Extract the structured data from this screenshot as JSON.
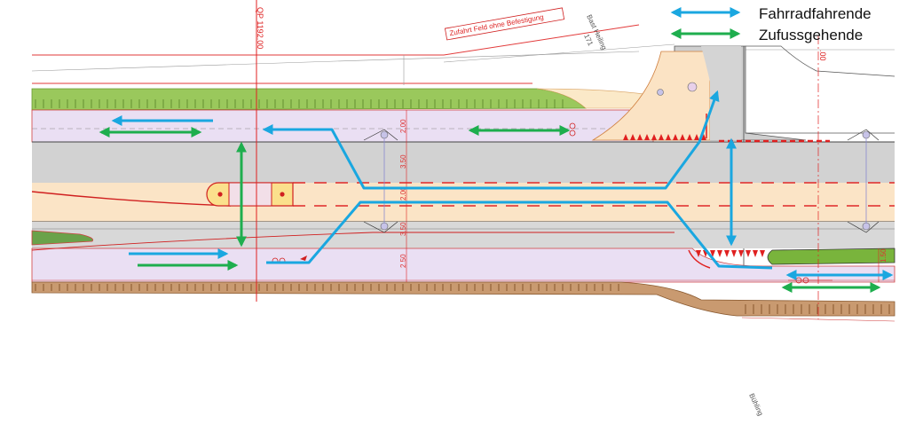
{
  "legend": {
    "cyclists_label": "Fahrradfahrende",
    "pedestrians_label": "Zufussgehende",
    "cyclists_color": "#1aa7e0",
    "pedestrians_color": "#1eae4e"
  },
  "plan": {
    "station_label": "QP 1192.00",
    "access_label": "Zufahrt Feld ohne Befestigung",
    "parcel_label": "Bast Heiling",
    "parcel_number": "171",
    "right_station_fragment": ".00",
    "street_fragment": "Bühling",
    "dimensions": [
      "2.00",
      "3.50",
      "2.00",
      "3.50",
      "2.50"
    ],
    "right_dimension": "1.50"
  }
}
